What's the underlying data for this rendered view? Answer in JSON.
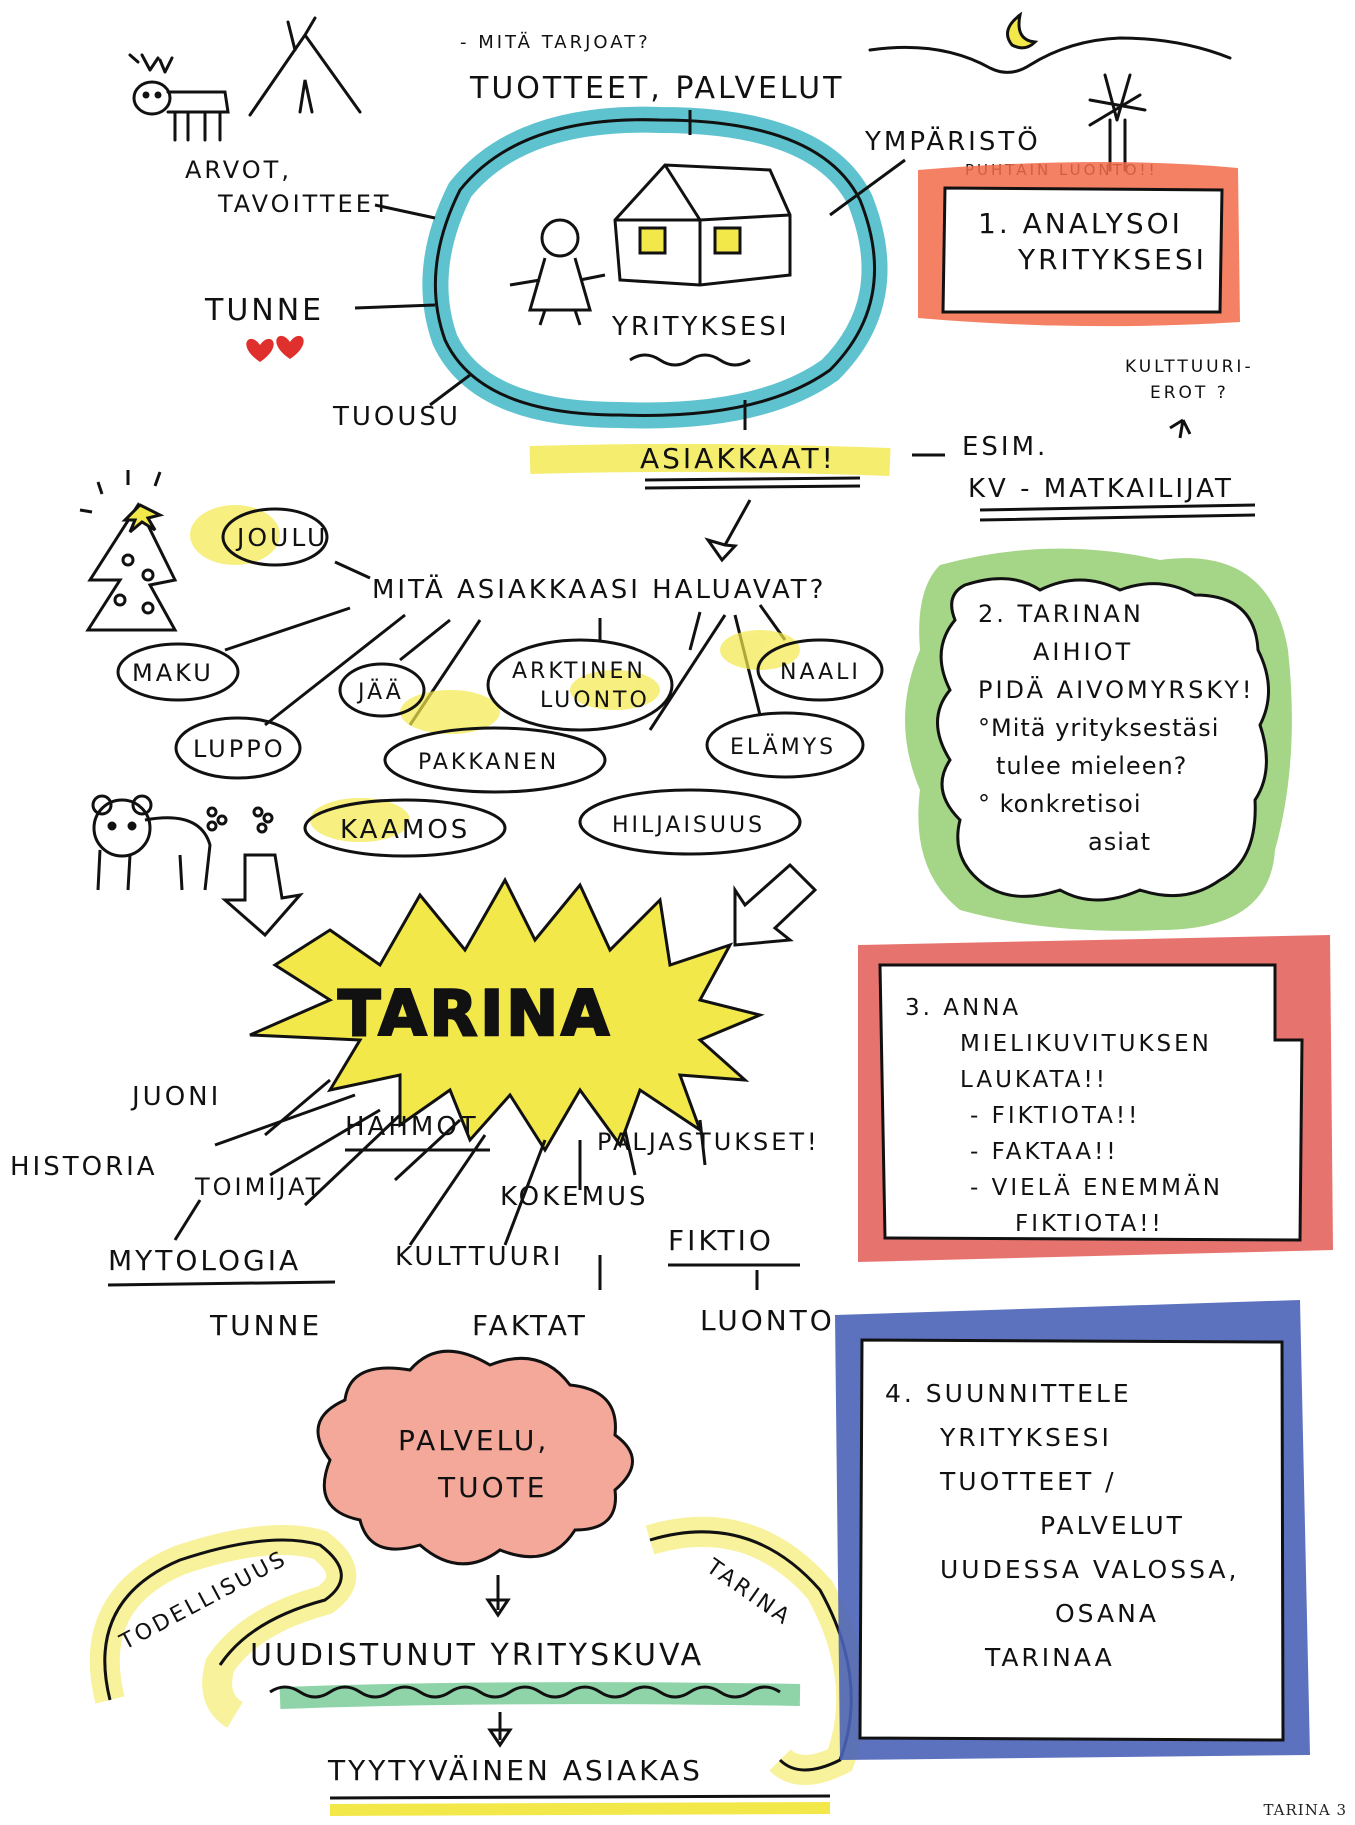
{
  "top": {
    "question": "- MITÄ TARJOAT?",
    "products": "TUOTTEET, PALVELUT",
    "values": "ARVOT,",
    "goals": "TAVOITTEET",
    "environment": "YMPÄRISTÖ",
    "nature": "PUHTAIN LUONTO!!",
    "feeling": "TUNNE",
    "location": "TUOUSU",
    "company": "YRITYKSESI",
    "customers": "ASIAKKAAT!",
    "example": "ESIM.",
    "travellers": "KV - MATKAILIJAT",
    "culture_diff_1": "KULTTUURI-",
    "culture_diff_2": "EROT ?"
  },
  "wants": {
    "question": "MITÄ ASIAKKAASI HALUAVAT?",
    "bubbles": [
      "JOULU",
      "MAKU",
      "JÄÄ",
      "ARKTINEN",
      "LUONTO",
      "NAALI",
      "LUPPO",
      "PAKKANEN",
      "ELÄMYS",
      "KAAMOS",
      "HILJAISUUS"
    ]
  },
  "story": {
    "title": "TARINA",
    "branches": [
      "JUONI",
      "HISTORIA",
      "HAHMOT",
      "PALJASTUKSET!",
      "TOIMIJAT",
      "KOKEMUS",
      "MYTOLOGIA",
      "KULTTUURI",
      "FIKTIO",
      "TUNNE",
      "FAKTAT",
      "LUONTO"
    ]
  },
  "bottom": {
    "cloud_1": "PALVELU,",
    "cloud_2": "TUOTE",
    "reality": "TODELLISUUS",
    "story": "TARINA",
    "renewed": "UUDISTUNUT YRITYSKUVA",
    "customer": "TYYTYVÄINEN ASIAKAS"
  },
  "steps": {
    "step1": [
      "1. ANALYSOI",
      "YRITYKSESI"
    ],
    "step2": [
      "2. TARINAN",
      "AIHIOT",
      "PIDÄ AIVOMYRSKY!",
      "°Mitä yrityksestäsi",
      "tulee mieleen?",
      "° konkretisoi",
      "asiat"
    ],
    "step3": [
      "3. ANNA",
      "MIELIKUVITUKSEN",
      "LAUKATA!!",
      "- FIKTIOTA!!",
      "- FAKTAA!!",
      "- VIELÄ ENEMMÄN",
      "FIKTIOTA!!"
    ],
    "step4": [
      "4. SUUNNITTELE",
      "YRITYKSESI",
      "TUOTTEET /",
      "PALVELUT",
      "UUDESSA VALOSSA,",
      "OSANA",
      "TARINAA"
    ]
  },
  "page_number": "TARINA 3",
  "colors": {
    "teal": "#5fc3cf",
    "orange": "#f36b4a",
    "green": "#9bd07a",
    "red": "#e35a55",
    "blue": "#4b63b8",
    "yellow": "#f3e84a",
    "pink": "#f4a89a",
    "mint": "#8fd3a8",
    "heart": "#e0302e"
  }
}
